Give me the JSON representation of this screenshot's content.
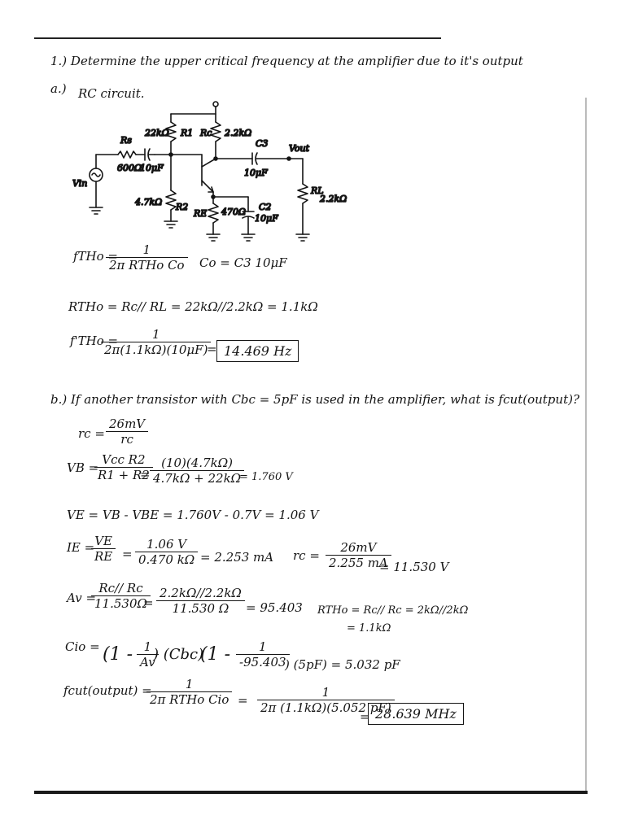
{
  "problem1": {
    "heading": "1.) Determine the upper critical frequency at the amplifier due to it's output",
    "part_a_label": "a.)",
    "part_a_text": "RC circuit."
  },
  "circuit": {
    "rs": "Rs",
    "rs_value": "600Ω",
    "cin_value": "10μF",
    "vin": "Vin",
    "r1_value": "22kΩ",
    "r1": "R1",
    "rc": "Rc",
    "rc_value": "2.2kΩ",
    "c3": "C3",
    "vout": "Vout",
    "c3_value": "10μF",
    "rl": "RL",
    "rl_value": "2.2kΩ",
    "r2_value": "4.7kΩ",
    "r2": "R2",
    "re": "RE",
    "re_value": "470Ω",
    "c2": "C2",
    "c2_value": "10μF"
  },
  "part_a": {
    "f_tho_lhs": "fTHo =",
    "f_tho_num": "1",
    "f_tho_den": "2π RTHo Co",
    "co_def": "Co = C3 10μF",
    "r_tho_eq": "RTHo = Rc// RL = 22kΩ//2.2kΩ = 1.1kΩ",
    "f_tho2_lhs": "f'THo =",
    "f_tho2_num": "1",
    "f_tho2_den": "2π(1.1kΩ)(10μF)",
    "equals": "=",
    "result": "14.469 Hz"
  },
  "part_b": {
    "question": "b.) If another transistor with Cbc = 5pF is used in the amplifier, what is fcut(output)?",
    "rc_lhs": "rc =",
    "rc_num": "26mV",
    "rc_den": "rc",
    "vb_lhs": "VB =",
    "vb_num1": "Vcc R2",
    "vb_den1": "R1 + R2",
    "vb_num2": "(10)(4.7kΩ)",
    "vb_den2": "4.7kΩ + 22kΩ",
    "vb_result": "= 1.760 V",
    "ve_eq": "VE = VB - VBE = 1.760V - 0.7V = 1.06 V",
    "ie_lhs": "IE =",
    "ie_num1": "VE",
    "ie_den1": "RE",
    "ie_num2": "1.06 V",
    "ie_den2": "0.470 kΩ",
    "ie_result": "= 2.253 mA",
    "rc2_lhs": "rc =",
    "rc2_num": "26mV",
    "rc2_den": "2.255 mA",
    "rc2_result": "= 11.530 V",
    "av_lhs": "Av =",
    "av_num1": "Rc// Rc",
    "av_den1": "11.530Ω",
    "av_num2": "2.2kΩ//2.2kΩ",
    "av_den2": "11.530 Ω",
    "av_result": "= 95.403",
    "rtho_eq": "RTHo = Rc// Rc = 2kΩ//2kΩ",
    "rtho_result": "= 1.1kΩ",
    "cio_lhs": "Cio =",
    "cio_part1": "(1 -",
    "cio_frac1_num": "1",
    "cio_frac1_den": "Av",
    "cio_part2": ") (Cbc)",
    "cio_part3": "(1 -",
    "cio_frac2_num": "1",
    "cio_frac2_den": "-95.403",
    "cio_part4": ") (5pF) = 5.032 pF",
    "fcut_lhs": "fcut(output) =",
    "fcut_num1": "1",
    "fcut_den1": "2π RTHo Cio",
    "fcut_eq": "=",
    "fcut_num2": "1",
    "fcut_den2": "2π (1.1kΩ)(5.052 pF)",
    "fcut_result": "28.639 MHz"
  }
}
